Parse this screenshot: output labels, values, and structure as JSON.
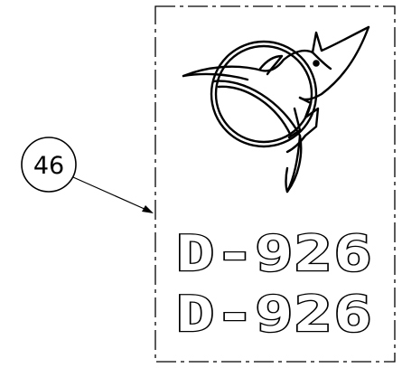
{
  "callout": {
    "number": "46"
  },
  "label": {
    "line1": "D-926",
    "line2": "D-926"
  },
  "logo": {
    "icon": "rhino-horned-creature-circle-logo"
  }
}
